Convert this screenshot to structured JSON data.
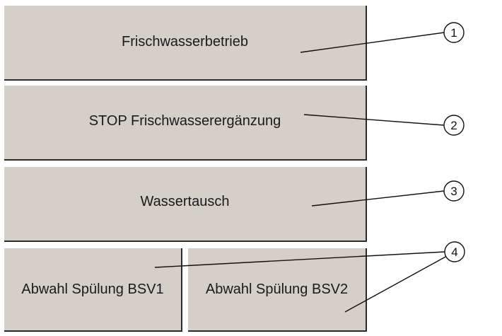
{
  "buttons": {
    "fresh_water_mode": "Frischwasserbetrieb",
    "stop_fresh_water_supply": "STOP Frischwasserergänzung",
    "water_exchange": "Wassertausch",
    "deselect_flush_bsv1": "Abwahl Spülung BSV1",
    "deselect_flush_bsv2": "Abwahl Spülung BSV2"
  },
  "callouts": [
    "1",
    "2",
    "3",
    "4"
  ],
  "colors": {
    "button_face": "#d4d0c8",
    "button_shadow": "#2b2b2b",
    "background": "#ffffff",
    "line": "#111111"
  }
}
